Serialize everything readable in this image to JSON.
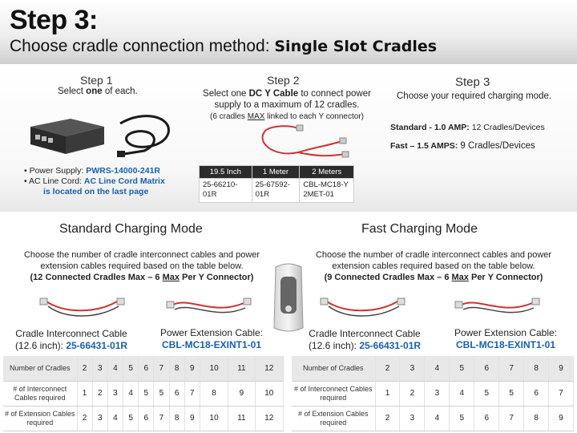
{
  "header": {
    "title": "Step 3:",
    "subtitle_prefix": "Choose cradle connection method: ",
    "subtitle_bold": "Single Slot Cradles"
  },
  "step1": {
    "heading": "Step 1",
    "text_pre": "Select ",
    "text_bold": "one",
    "text_post": " of each.",
    "bullet1_label": "• Power Supply: ",
    "bullet1_value": "PWRS-14000-241R",
    "bullet2_label": "• AC Line Cord: ",
    "bullet2_value": "AC Line Cord Matrix",
    "bullet2_tail": "is located on the last page"
  },
  "step2": {
    "heading": "Step 2",
    "line1_pre": "Select one ",
    "line1_bold": "DC Y Cable",
    "line1_post": " to connect power",
    "line2": "supply to a maximum of 12 cradles.",
    "line3_pre": "(6 cradles ",
    "line3_u": "MAX",
    "line3_post": " linked to each Y connector)",
    "cables": [
      {
        "length": "19.5 Inch",
        "part": "25-66210-01R"
      },
      {
        "length": "1 Meter",
        "part": "25-67592-01R"
      },
      {
        "length": "2 Meters",
        "part": "CBL-MC18-Y2MET-01"
      }
    ]
  },
  "step3": {
    "heading": "Step 3",
    "text": "Choose your required charging mode.",
    "standard_bold": "Standard - 1.0 AMP:",
    "standard_rest": " 12 Cradles/Devices",
    "fast_bold": "Fast – 1.5 AMPS:",
    "fast_rest": " 9 Cradles/Devices"
  },
  "standard": {
    "title": "Standard Charging Mode",
    "desc1": "Choose the number of cradle interconnect cables and power",
    "desc2": "extension cables required based on the table below.",
    "desc3_pre": "(12 Connected Cradles Max – 6 ",
    "desc3_u": "Max",
    "desc3_post": " Per Y Connector)",
    "interconnect_name": "Cradle Interconnect Cable",
    "interconnect_size": "(12.6 inch): ",
    "interconnect_part": "25-66431-01R",
    "extension_name": "Power Extension Cable:",
    "extension_part": "CBL-MC18-EXINT1-01",
    "row_labels": [
      "Number of Cradles",
      "# of Interconnect Cables required",
      "# of Extension Cables required"
    ],
    "cradles": [
      "2",
      "3",
      "4",
      "5",
      "6",
      "7",
      "8",
      "9",
      "10",
      "11",
      "12"
    ],
    "interconnect": [
      "1",
      "2",
      "3",
      "4",
      "5",
      "5",
      "6",
      "7",
      "8",
      "9",
      "10"
    ],
    "extension": [
      "2",
      "3",
      "4",
      "5",
      "6",
      "7",
      "8",
      "9",
      "10",
      "11",
      "12"
    ]
  },
  "fast": {
    "title": "Fast Charging Mode",
    "desc1": "Choose the number of cradle interconnect cables and power",
    "desc2": "extension cables required based on the table below.",
    "desc3_pre": "(9 Connected Cradles Max – 6 ",
    "desc3_u": "Max",
    "desc3_post": " Per Y Connector)",
    "interconnect_name": "Cradle Interconnect Cable",
    "interconnect_size": "(12.6 inch): ",
    "interconnect_part": "25-66431-01R",
    "extension_name": "Power Extension Cable:",
    "extension_part": "CBL-MC18-EXINT1-01",
    "row_labels": [
      "Number of Cradles",
      "# of Interconnect Cables required",
      "# of Extension Cables required"
    ],
    "cradles": [
      "2",
      "3",
      "4",
      "5",
      "6",
      "7",
      "8",
      "9"
    ],
    "interconnect": [
      "1",
      "2",
      "3",
      "4",
      "5",
      "5",
      "6",
      "7"
    ],
    "extension": [
      "2",
      "3",
      "4",
      "5",
      "6",
      "7",
      "8",
      "9"
    ]
  }
}
